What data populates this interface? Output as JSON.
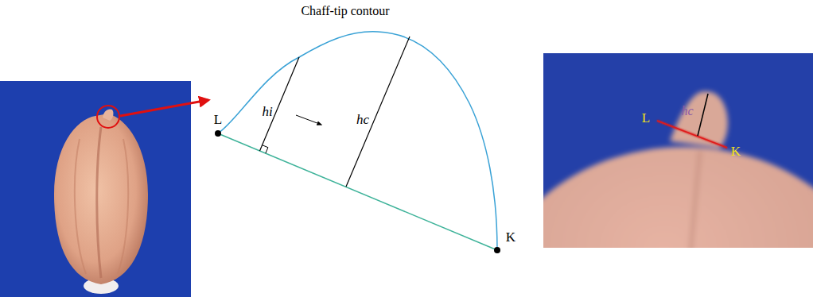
{
  "diagram": {
    "title": "Chaff-tip contour",
    "labels": [
      "L",
      "K",
      "hi",
      "hc",
      "L",
      "hc",
      "K"
    ]
  }
}
